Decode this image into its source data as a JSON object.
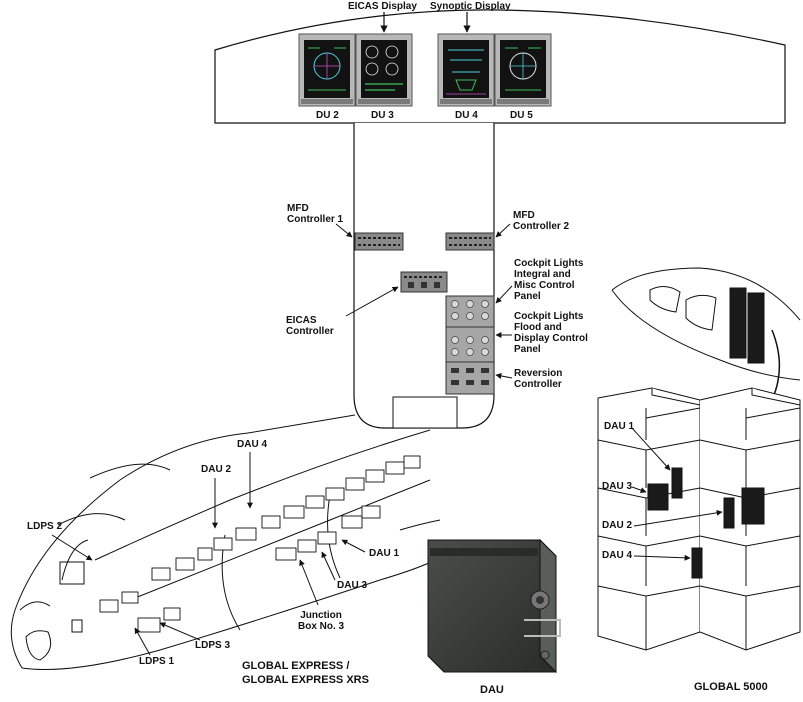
{
  "cockpit": {
    "eicas_display": "EICAS Display",
    "synoptic_display": "Synoptic Display",
    "du2": "DU 2",
    "du3": "DU 3",
    "du4": "DU 4",
    "du5": "DU 5",
    "mfd_controller_1": [
      "MFD",
      "Controller 1"
    ],
    "mfd_controller_2": [
      "MFD",
      "Controller 2"
    ],
    "eicas_controller": [
      "EICAS",
      "Controller"
    ],
    "cockpit_lights_integral": [
      "Cockpit Lights",
      "Integral and",
      "Misc Control",
      "Panel"
    ],
    "cockpit_lights_flood": [
      "Cockpit Lights",
      "Flood and",
      "Display Control",
      "Panel"
    ],
    "reversion_controller": [
      "Reversion",
      "Controller"
    ]
  },
  "fuselage": {
    "dau4": "DAU 4",
    "dau2": "DAU 2",
    "dau1": "DAU 1",
    "dau3": "DAU 3",
    "ldps2": "LDPS 2",
    "ldps3": "LDPS 3",
    "ldps1": "LDPS 1",
    "junction_box": [
      "Junction",
      "Box No. 3"
    ],
    "model_caption": [
      "GLOBAL EXPRESS /",
      "GLOBAL EXPRESS XRS"
    ]
  },
  "dau_unit": {
    "caption": "DAU"
  },
  "global5000": {
    "dau1": "DAU 1",
    "dau3": "DAU 3",
    "dau2": "DAU 2",
    "dau4": "DAU 4",
    "caption": "GLOBAL 5000"
  },
  "colors": {
    "line": "#111111",
    "screen": "#1a1a1a",
    "screen_green": "#3fbf5a",
    "screen_cyan": "#4fd0e0",
    "screen_magenta": "#d050c8",
    "panel": "#9a9a9a",
    "dau_body": "#3a3d3a"
  }
}
